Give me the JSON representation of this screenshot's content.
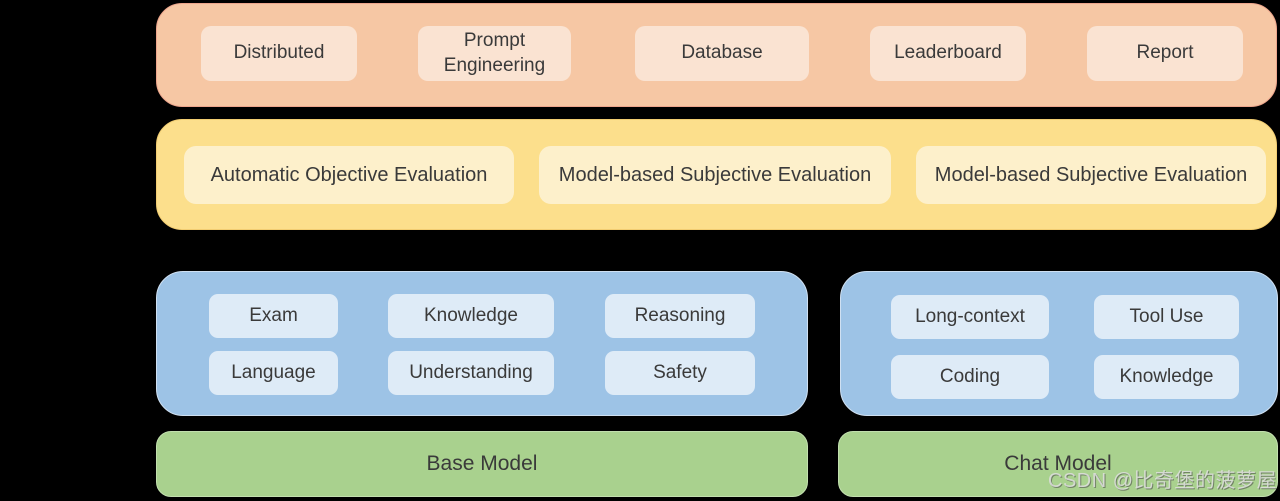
{
  "diagram": {
    "background_color": "#000000",
    "text_color": "#3a3a3a",
    "platform_layer": {
      "color": "#f6c7a4",
      "item_color": "#fae3d2",
      "items": [
        "Distributed",
        "Prompt Engineering",
        "Database",
        "Leaderboard",
        "Report"
      ]
    },
    "evaluation_layer": {
      "color": "#fcdf8c",
      "item_color": "#fdf0cb",
      "items": [
        "Automatic Objective Evaluation",
        "Model-based Subjective Evaluation",
        "Model-based Subjective Evaluation"
      ]
    },
    "base_capability_panel": {
      "color": "#9dc3e6",
      "item_color": "#deebf7",
      "items": [
        "Exam",
        "Knowledge",
        "Reasoning",
        "Language",
        "Understanding",
        "Safety"
      ]
    },
    "chat_capability_panel": {
      "color": "#9dc3e6",
      "item_color": "#deebf7",
      "items": [
        "Long-context",
        "Tool Use",
        "Coding",
        "Knowledge"
      ]
    },
    "models": {
      "base": "Base Model",
      "chat": "Chat Model",
      "color": "#a9d18e"
    },
    "watermark": "CSDN @比奇堡的菠萝屋"
  }
}
